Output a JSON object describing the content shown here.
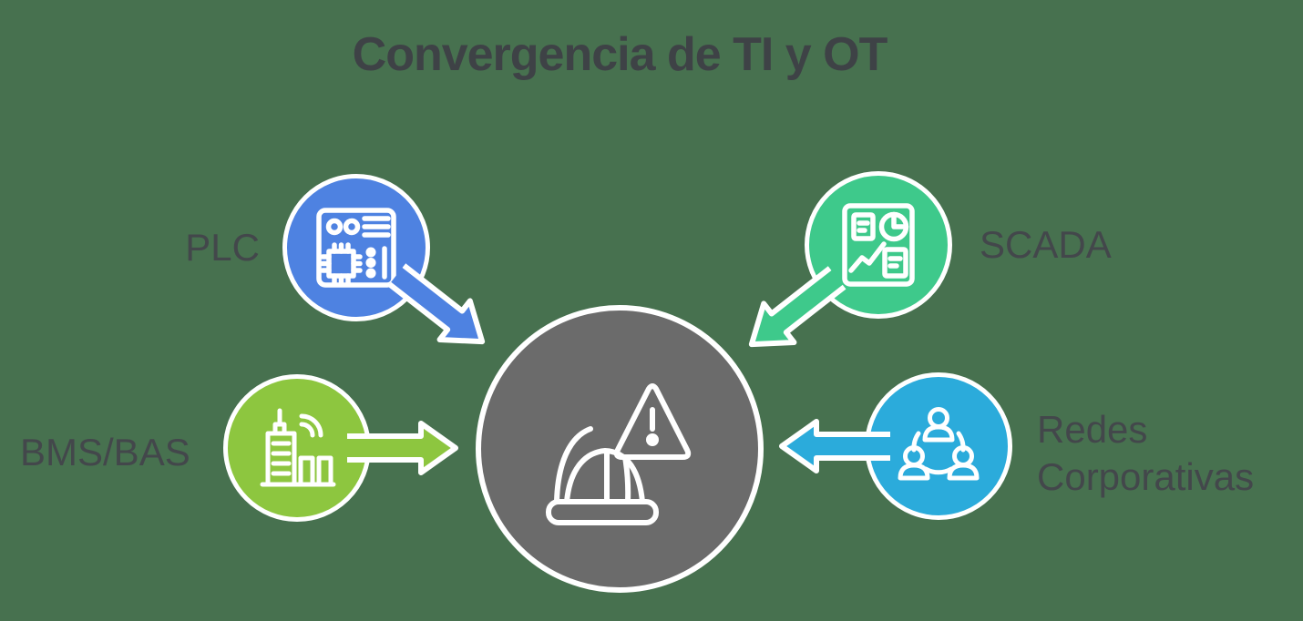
{
  "title": "Convergencia de TI y OT",
  "colors": {
    "background": "#47714F",
    "plc_blue": "#4E82E1",
    "scada_green": "#3EC98B",
    "bms_lime": "#8DC63F",
    "redes_cyan": "#2BABDB",
    "center_gray": "#6B6B6B",
    "outline_white": "#FFFFFF",
    "label_text": "#43474B"
  },
  "nodes": [
    {
      "id": "plc",
      "label": "PLC",
      "icon": "circuit-board-icon",
      "color": "#4E82E1",
      "position": "top-left",
      "arrow_direction": "down-right-to-center"
    },
    {
      "id": "scada",
      "label": "SCADA",
      "icon": "dashboard-charts-icon",
      "color": "#3EC98B",
      "position": "top-right",
      "arrow_direction": "down-left-to-center"
    },
    {
      "id": "bms",
      "label": "BMS/BAS",
      "icon": "smart-building-icon",
      "color": "#8DC63F",
      "position": "bottom-left",
      "arrow_direction": "right-to-center"
    },
    {
      "id": "redes",
      "label": "Redes Corporativas",
      "icon": "people-network-icon",
      "color": "#2BABDB",
      "position": "bottom-right",
      "arrow_direction": "left-to-center"
    }
  ],
  "center": {
    "icon": "hard-hat-warning-icon",
    "color": "#6B6B6B"
  }
}
